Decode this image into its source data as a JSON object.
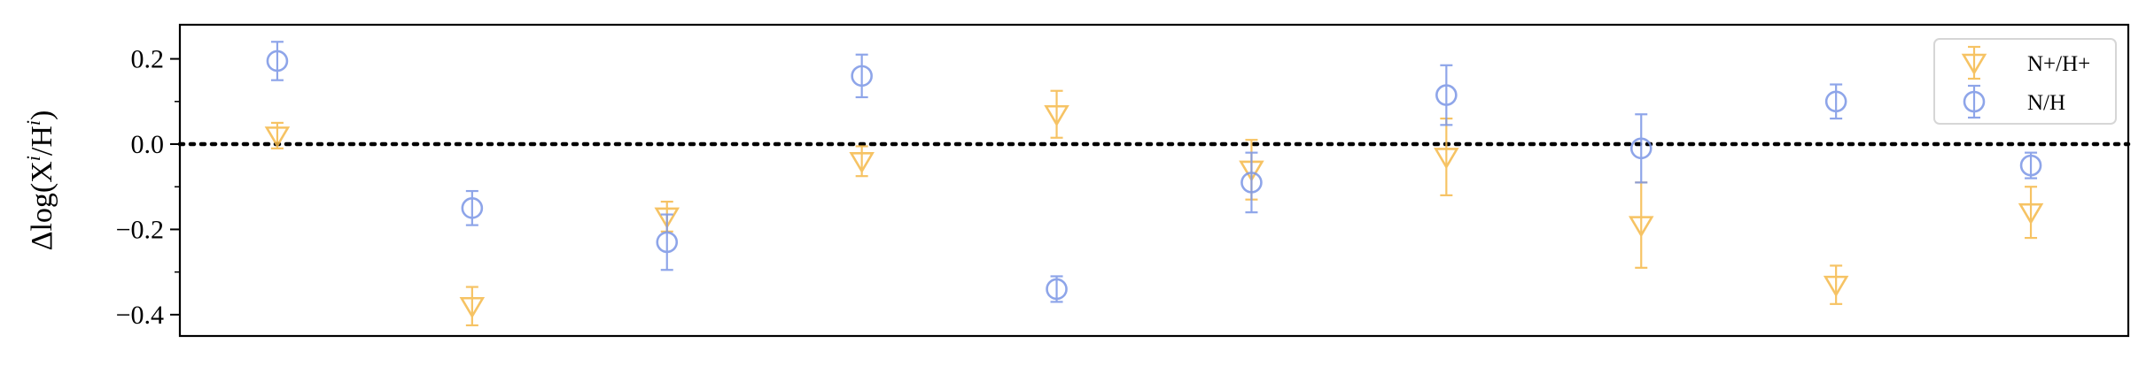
{
  "chart_data": {
    "type": "scatter",
    "title": "",
    "xlabel": "",
    "ylabel": "Δlog(X^i/H^i)",
    "ylabel_parts": {
      "base": "Δlog(X",
      "sup1": "i",
      "mid": "/H",
      "sup2": "i",
      "end": ")"
    },
    "xlim": [
      0.5,
      10.5
    ],
    "ylim": [
      -0.45,
      0.28
    ],
    "yticks": [
      0.2,
      0.0,
      -0.2,
      -0.4
    ],
    "ytick_labels": [
      "0.2",
      "0.0",
      "−0.2",
      "−0.4"
    ],
    "reference_line": 0.0,
    "grid": false,
    "legend_position": "top-right",
    "series": [
      {
        "name": "N+/H+",
        "marker": "triangle-down",
        "color": "#F5B94A",
        "points": [
          {
            "x": 1,
            "y": 0.02,
            "err": 0.03
          },
          {
            "x": 2,
            "y": -0.38,
            "err": 0.045
          },
          {
            "x": 3,
            "y": -0.17,
            "err": 0.035
          },
          {
            "x": 4,
            "y": -0.04,
            "err": 0.035
          },
          {
            "x": 5,
            "y": 0.07,
            "err": 0.055
          },
          {
            "x": 6,
            "y": -0.06,
            "err": 0.07
          },
          {
            "x": 7,
            "y": -0.03,
            "err": 0.09
          },
          {
            "x": 8,
            "y": -0.19,
            "err": 0.1
          },
          {
            "x": 9,
            "y": -0.33,
            "err": 0.045
          },
          {
            "x": 10,
            "y": -0.16,
            "err": 0.06
          }
        ]
      },
      {
        "name": "N/H",
        "marker": "circle",
        "color": "#7B96E6",
        "points": [
          {
            "x": 1,
            "y": 0.195,
            "err": 0.045
          },
          {
            "x": 2,
            "y": -0.15,
            "err": 0.04
          },
          {
            "x": 3,
            "y": -0.23,
            "err": 0.065
          },
          {
            "x": 4,
            "y": 0.16,
            "err": 0.05
          },
          {
            "x": 5,
            "y": -0.34,
            "err": 0.03
          },
          {
            "x": 6,
            "y": -0.09,
            "err": 0.07
          },
          {
            "x": 7,
            "y": 0.115,
            "err": 0.07
          },
          {
            "x": 8,
            "y": -0.01,
            "err": 0.08
          },
          {
            "x": 9,
            "y": 0.1,
            "err": 0.04
          },
          {
            "x": 10,
            "y": -0.05,
            "err": 0.03
          }
        ]
      }
    ]
  }
}
